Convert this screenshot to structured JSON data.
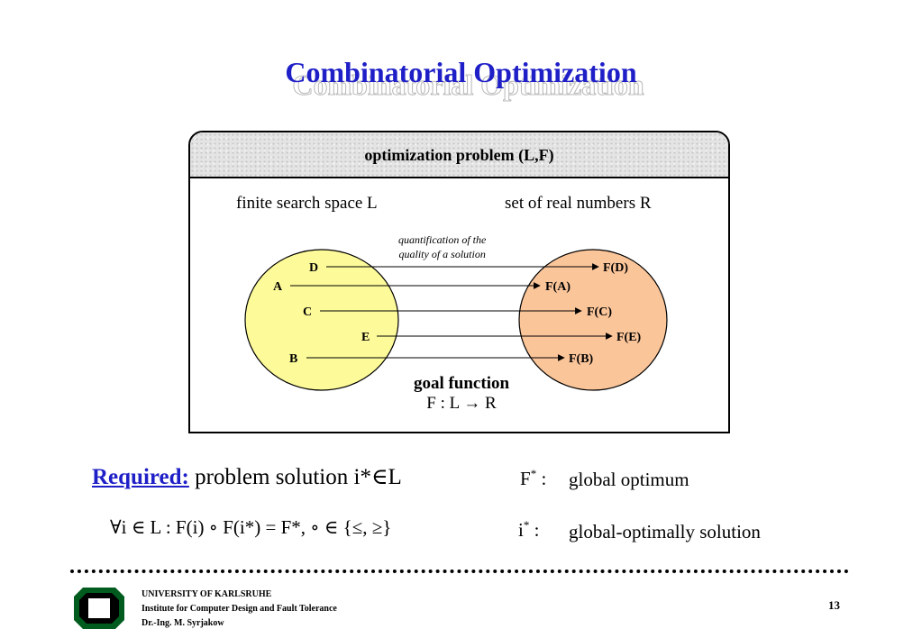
{
  "slide": {
    "title": "Combinatorial Optimization",
    "box": {
      "header": "optimization problem (L,F)",
      "left_label": "finite search space L",
      "right_label": "set of real numbers R",
      "annotation": [
        "quantification of the",
        "quality of a solution"
      ],
      "domain_items": [
        "D",
        "A",
        "C",
        "E",
        "B"
      ],
      "range_items": [
        "F(D)",
        "F(A)",
        "F(C)",
        "F(E)",
        "F(B)"
      ],
      "goal_title": "goal function",
      "goal_formula": "F : L → R",
      "colors": {
        "domain_fill": "#fdfa99",
        "range_fill": "#fbc59a"
      }
    },
    "required": {
      "label": "Required:",
      "text": "problem solution i*∈L",
      "formula": "∀i ∈ L : F(i) ∘ F(i*) = F*,   ∘ ∈ {≤, ≥}"
    },
    "definitions": [
      {
        "symbol": "F",
        "sup": "*",
        "colon": ":",
        "desc": "global optimum"
      },
      {
        "symbol": "i",
        "sup": "*",
        "colon": ":",
        "desc": "global-optimally solution"
      }
    ],
    "footer": {
      "university": "UNIVERSITY OF KARLSRUHE",
      "institute": "Institute for Computer Design and Fault Tolerance",
      "author": "Dr.-Ing. M. Syrjakow",
      "page": "13"
    },
    "accent_color": "#1f1fc8"
  }
}
